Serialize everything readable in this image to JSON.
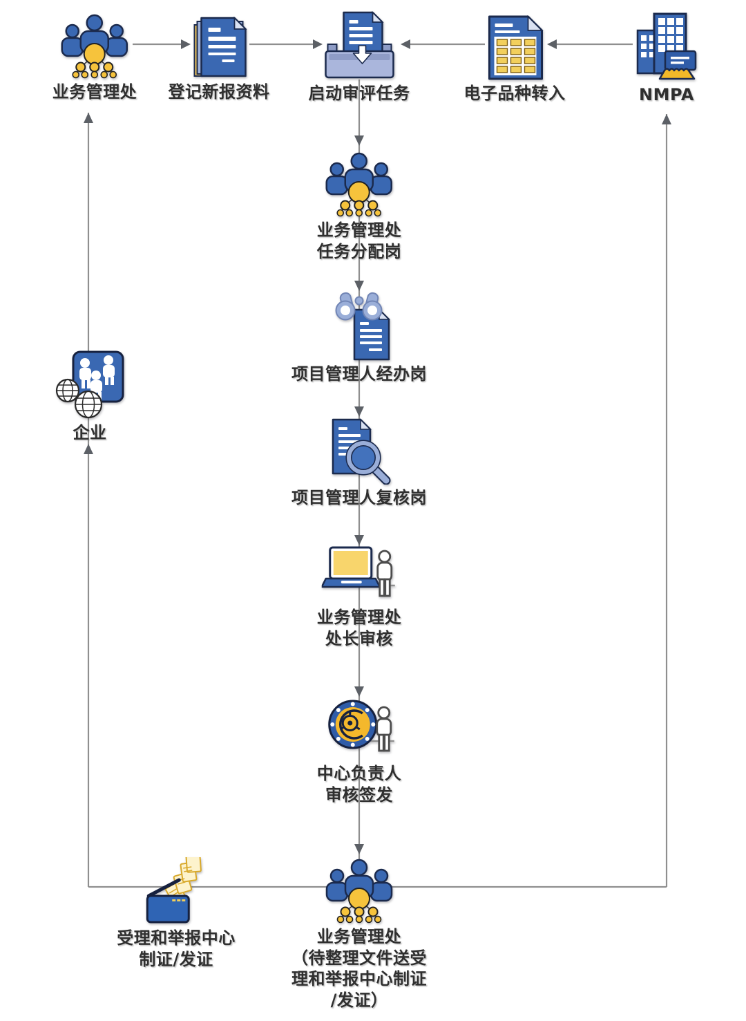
{
  "colors": {
    "node_blue": "#3a68b2",
    "dark_blue": "#2f5ca8",
    "outline_navy": "#1b2a4d",
    "accent_yellow": "#f6c33c",
    "pale_yellow": "#f8d56c",
    "light_periwinkle": "#aab6dc",
    "connector_gray": "#8f8f8f",
    "arrow_gray": "#5c6066",
    "label_color": "#2f2f2f",
    "background": "#ffffff"
  },
  "nodes": {
    "business_dept_top": {
      "label": "业务管理处",
      "icon": "org-chart-people-icon"
    },
    "register_materials": {
      "label": "登记新报资料",
      "icon": "documents-stack-icon"
    },
    "start_review_task": {
      "label": "启动审评任务",
      "icon": "inbox-document-icon"
    },
    "electronic_transfer": {
      "label": "电子品种转入",
      "icon": "table-document-icon"
    },
    "nmpa": {
      "label": "NMPA",
      "icon": "buildings-icon"
    },
    "task_assignment": {
      "label": "业务管理处\n任务分配岗",
      "icon": "org-chart-people-icon"
    },
    "pm_handling": {
      "label": "项目管理人经办岗",
      "icon": "binoculars-document-icon"
    },
    "pm_review": {
      "label": "项目管理人复核岗",
      "icon": "document-magnifier-icon"
    },
    "dept_director": {
      "label": "业务管理处\n处长审核",
      "icon": "laptop-person-icon"
    },
    "center_director": {
      "label": "中心负责人\n审核签发",
      "icon": "vault-person-icon"
    },
    "business_dept_bottom": {
      "label": "业务管理处\n（待整理文件送受\n理和举报中心制证\n/发证）",
      "icon": "org-chart-people-icon"
    },
    "enterprise": {
      "label": "企业",
      "icon": "enterprise-globe-icon"
    },
    "acceptance_center": {
      "label": "受理和举报中心\n制证/发证",
      "icon": "wallet-documents-icon"
    }
  }
}
